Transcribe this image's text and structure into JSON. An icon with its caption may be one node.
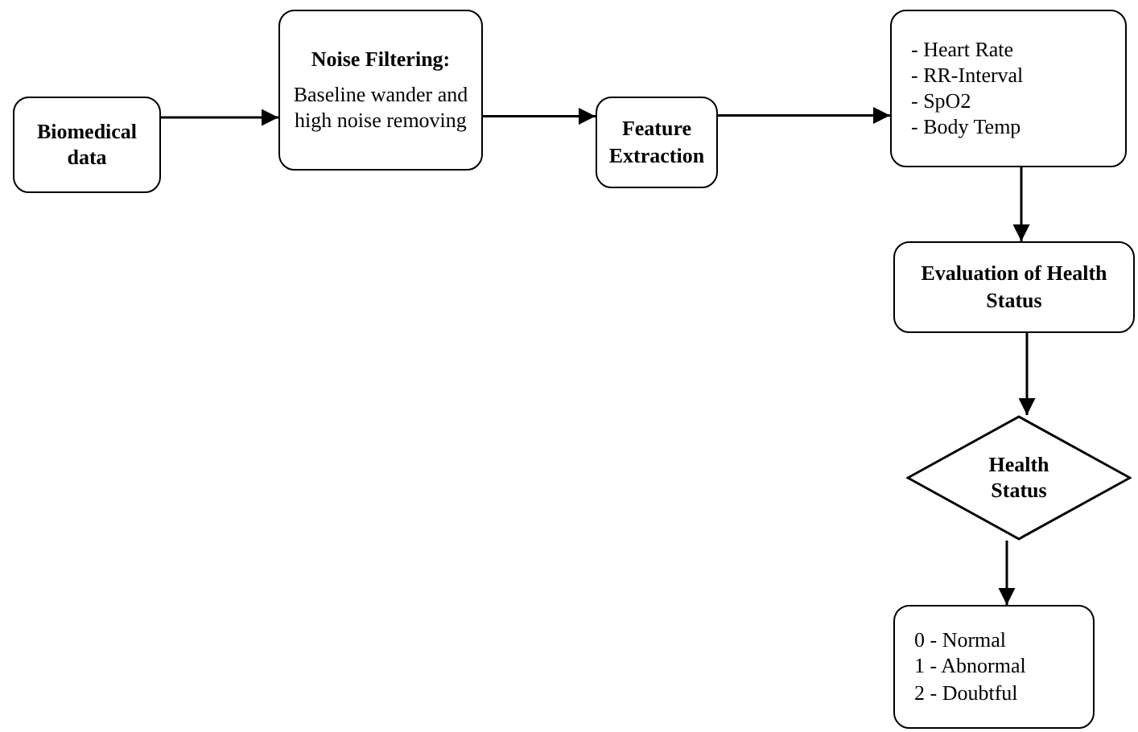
{
  "diagram": {
    "nodes": [
      {
        "text": [
          "Biomedical data"
        ]
      },
      {
        "text": [
          "Noise Filtering:",
          "Baseline wander and high noise removing"
        ]
      },
      {
        "text": [
          "Feature Extraction"
        ]
      },
      {
        "text": [
          "- Heart Rate",
          "- RR-Interval",
          "- SpO2",
          "- Body Temp"
        ]
      },
      {
        "text": [
          "Evaluation of Health Status"
        ]
      },
      {
        "text": [
          "Health Status"
        ]
      },
      {
        "text": [
          "0 - Normal",
          "1 - Abnormal",
          "2 - Doubtful"
        ]
      }
    ],
    "edges": [
      {
        "from": 0,
        "to": 1,
        "arrow": "to"
      },
      {
        "from": 1,
        "to": 2,
        "arrow": "to"
      },
      {
        "from": 2,
        "to": 3,
        "arrow": "to"
      },
      {
        "from": 3,
        "to": 4,
        "arrow": "to"
      },
      {
        "from": 4,
        "to": 5,
        "arrow": "to"
      },
      {
        "from": 5,
        "to": 6,
        "arrow": "to"
      }
    ]
  }
}
